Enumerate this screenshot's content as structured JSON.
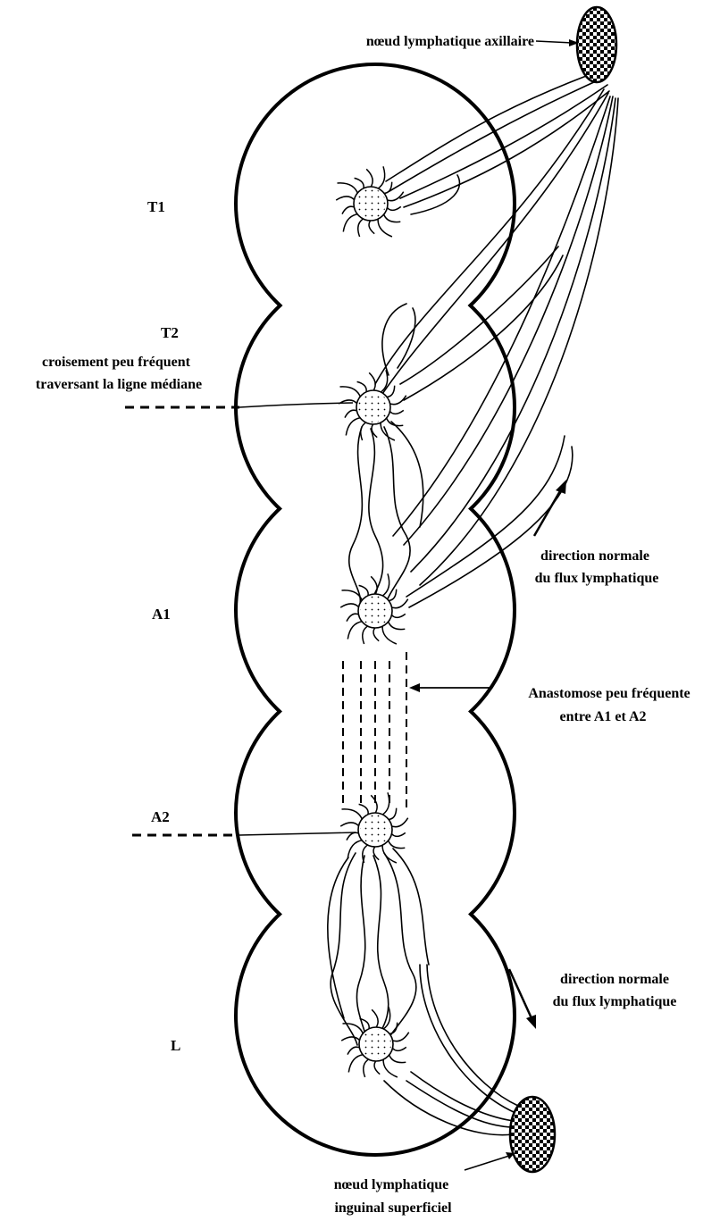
{
  "labels": {
    "axillary_node": "nœud lymphatique axillaire",
    "t1": "T1",
    "t2": "T2",
    "crossing_line1": "croisement peu fréquent",
    "crossing_line2": "traversant la ligne médiane",
    "flow_up_line1": "direction normale",
    "flow_up_line2": "du flux lymphatique",
    "a1": "A1",
    "anastomose_line1": "Anastomose peu fréquente",
    "anastomose_line2": "entre A1 et A2",
    "a2": "A2",
    "flow_down_line1": "direction normale",
    "flow_down_line2": "du flux lymphatique",
    "l": "L",
    "inguinal_line1": "nœud lymphatique",
    "inguinal_line2": "inguinal superficiel"
  },
  "colors": {
    "ink": "#000000",
    "fill": "#ffffff"
  }
}
